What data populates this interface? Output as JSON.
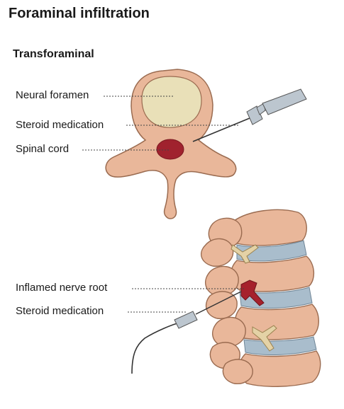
{
  "title": "Foraminal infiltration",
  "subtitle": "Transforaminal",
  "labels": {
    "neural_foramen": "Neural foramen",
    "steroid_medication_top": "Steroid medication",
    "spinal_cord": "Spinal cord",
    "inflamed_nerve_root": "Inflamed nerve root",
    "steroid_medication_bottom": "Steroid medication"
  },
  "colors": {
    "bone": "#e9b79a",
    "bone_outline": "#9a6b50",
    "foramen_fill": "#e9e0b8",
    "spinal_cord": "#a0222e",
    "disc": "#a9bdcc",
    "nerve": "#e4d2a6",
    "inflamed_nerve": "#a6212c",
    "needle": "#bcc6cf"
  }
}
